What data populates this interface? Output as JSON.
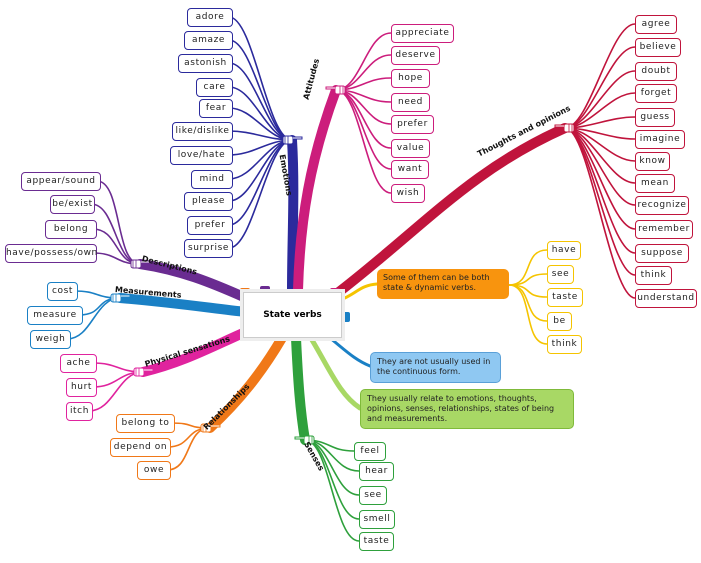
{
  "center": {
    "title": "State verbs"
  },
  "colors": {
    "emotions": "#2b2a9c",
    "attitudes": "#cc1d7c",
    "thoughts": "#c0143c",
    "descriptions": "#6a2c91",
    "measurements": "#1a80c5",
    "physical": "#e0239e",
    "relationships": "#f07818",
    "senses": "#2ea03c",
    "dynamic": "#f5c400",
    "note_blue": "#8fc8f2",
    "note_green": "#a8d865"
  },
  "branches": {
    "emotions": {
      "label": "Emotions",
      "items": [
        "adore",
        "amaze",
        "astonish",
        "care",
        "fear",
        "like/dislike",
        "love/hate",
        "mind",
        "please",
        "prefer",
        "surprise"
      ]
    },
    "attitudes": {
      "label": "Attitudes",
      "items": [
        "appreciate",
        "deserve",
        "hope",
        "need",
        "prefer",
        "value",
        "want",
        "wish"
      ]
    },
    "thoughts": {
      "label": "Thoughts and opinions",
      "items": [
        "agree",
        "believe",
        "doubt",
        "forget",
        "guess",
        "imagine",
        "know",
        "mean",
        "recognize",
        "remember",
        "suppose",
        "think",
        "understand"
      ]
    },
    "descriptions": {
      "label": "Descriptions",
      "items": [
        "appear/sound",
        "be/exist",
        "belong",
        "have/possess/own"
      ]
    },
    "measurements": {
      "label": "Measurements",
      "items": [
        "cost",
        "measure",
        "weigh"
      ]
    },
    "physical": {
      "label": "Physical sensations",
      "items": [
        "ache",
        "hurt",
        "itch"
      ]
    },
    "relationships": {
      "label": "Relationships",
      "items": [
        "belong to",
        "depend on",
        "owe"
      ]
    },
    "senses": {
      "label": "Senses",
      "items": [
        "feel",
        "hear",
        "see",
        "smell",
        "taste"
      ]
    },
    "dynamic": {
      "note": "Some of them can be both state & dynamic verbs.",
      "items": [
        "have",
        "see",
        "taste",
        "be",
        "think"
      ]
    }
  },
  "notes": {
    "continuous": "They are not usually used in the continuous form.",
    "relate": "They usually relate to emotions, thoughts, opinions, senses, relationships, states of being and measurements."
  }
}
